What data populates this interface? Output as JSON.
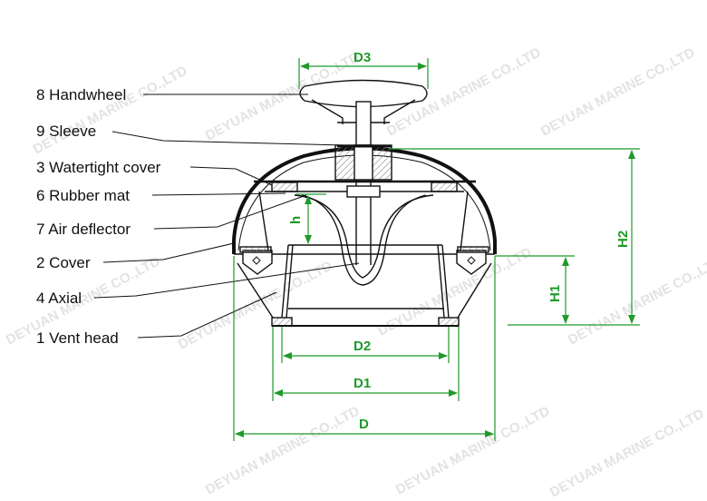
{
  "parts": [
    {
      "label": "8 Handwheel"
    },
    {
      "label": "9 Sleeve"
    },
    {
      "label": "3 Watertight cover"
    },
    {
      "label": "6 Rubber mat"
    },
    {
      "label": "7 Air deflector"
    },
    {
      "label": "2 Cover"
    },
    {
      "label": "4 Axial"
    },
    {
      "label": "1 Vent head"
    }
  ],
  "dimensions": {
    "d3": "D3",
    "h": "h",
    "h2": "H2",
    "h1": "H1",
    "d2": "D2",
    "d1": "D1",
    "d": "D"
  },
  "watermark": "DEYUAN MARINE CO.,LTD",
  "colors": {
    "dimension": "#1f9a2a",
    "line": "#111111",
    "watermark": "#e3e3e3",
    "hatch": "#9a9a9a"
  }
}
